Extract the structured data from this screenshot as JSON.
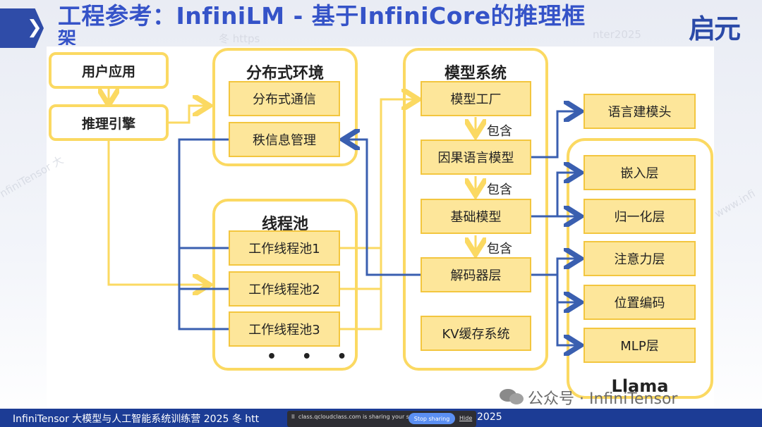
{
  "header": {
    "title_line1": "工程参考：InfiniLM - 基于InfiniCore的推理框",
    "title_line2": "架",
    "logo_text": "启元",
    "chevron": "❯"
  },
  "watermarks": [
    "冬 https",
    "nter2025",
    "nfiniTensor 大",
    "www.infi"
  ],
  "diagram": {
    "left": {
      "user_app": "用户应用",
      "engine": "推理引擎"
    },
    "dist": {
      "title": "分布式环境",
      "items": [
        "分布式通信",
        "秩信息管理"
      ]
    },
    "pool": {
      "title": "线程池",
      "items": [
        "工作线程池1",
        "工作线程池2",
        "工作线程池3"
      ],
      "more": "• • •"
    },
    "model": {
      "title": "模型系统",
      "items": [
        "模型工厂",
        "因果语言模型",
        "基础模型",
        "解码器层",
        "KV缓存系统"
      ],
      "contains": "包含"
    },
    "lm_head": "语言建模头",
    "llama": {
      "title": "Llama",
      "items": [
        "嵌入层",
        "归一化层",
        "注意力层",
        "位置编码",
        "MLP层"
      ]
    }
  },
  "footer": {
    "wechat": "公众号 · InfiniTensor",
    "bar_text": "InfiniTensor 大模型与人工智能系统训练营 2025 冬    htt",
    "bar_year": "2025",
    "share_msg": "class.qcloudclass.com is sharing your screen.",
    "share_pause": "II",
    "stop_sharing": "Stop sharing",
    "hide": "Hide"
  },
  "colors": {
    "blue": "#3553c8",
    "yellow_border": "#fbd962",
    "box_fill": "#fde69a",
    "line_blue": "#3a5fb0"
  }
}
